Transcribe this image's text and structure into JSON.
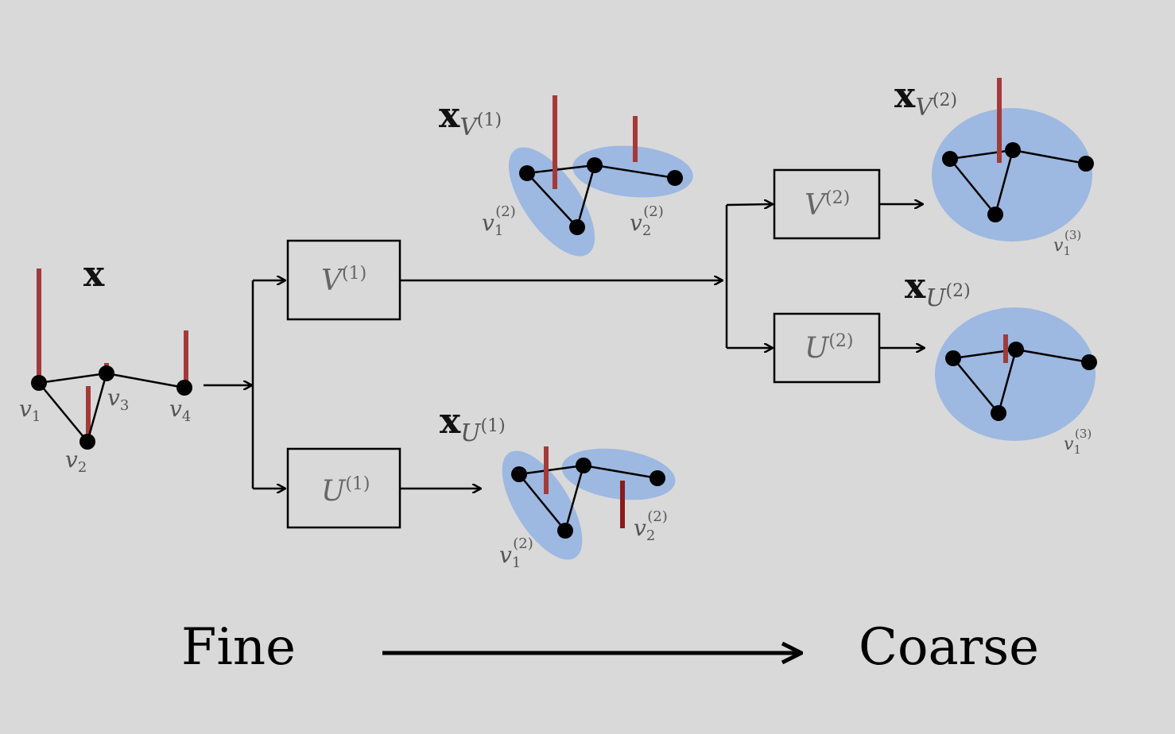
{
  "colors": {
    "background": "#d9d9d9",
    "cluster_fill": "#9db8e1",
    "signal_bar": "#a33a3a",
    "node": "#000000",
    "edge": "#000000"
  },
  "input": {
    "signal_label": "x",
    "vertex_labels": [
      {
        "letter": "v",
        "sub": "1"
      },
      {
        "letter": "v",
        "sub": "2"
      },
      {
        "letter": "v",
        "sub": "3"
      },
      {
        "letter": "v",
        "sub": "4"
      }
    ]
  },
  "operators": {
    "V1": {
      "letter": "V",
      "sup": "(1)"
    },
    "U1": {
      "letter": "U",
      "sup": "(1)"
    },
    "V2": {
      "letter": "V",
      "sup": "(2)"
    },
    "U2": {
      "letter": "U",
      "sup": "(2)"
    }
  },
  "outputs": {
    "xV1": {
      "x": "x",
      "op": "V",
      "sup": "(1)"
    },
    "xU1": {
      "x": "x",
      "op": "U",
      "sup": "(1)"
    },
    "xV2": {
      "x": "x",
      "op": "V",
      "sup": "(2)"
    },
    "xU2": {
      "x": "x",
      "op": "U",
      "sup": "(2)"
    }
  },
  "level2_vertex_labels": [
    {
      "letter": "v",
      "sub": "1",
      "sup": "(2)"
    },
    {
      "letter": "v",
      "sub": "2",
      "sup": "(2)"
    }
  ],
  "level3_vertex_label": {
    "letter": "v",
    "sub": "1",
    "sup": "(3)"
  },
  "scale": {
    "fine": "Fine",
    "coarse": "Coarse"
  }
}
